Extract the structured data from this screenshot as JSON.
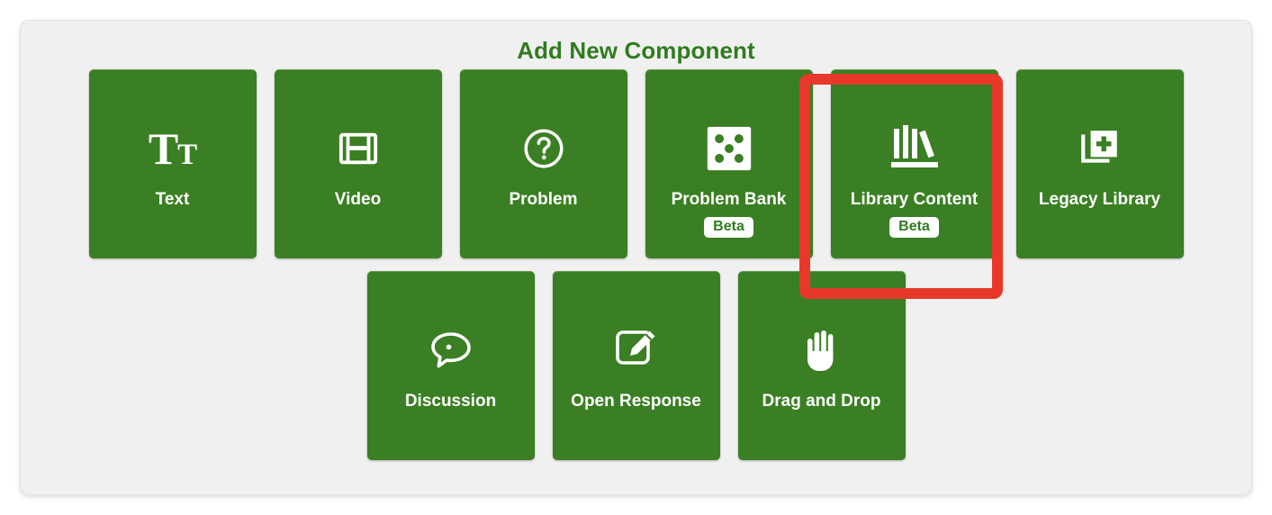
{
  "panel": {
    "title": "Add New Component",
    "background_color": "#F0F0F0",
    "title_color": "#2f7c1f"
  },
  "theme": {
    "tile_color": "#3a7f23",
    "tile_text_color": "#ffffff",
    "highlight_color": "#E8382A",
    "badge_background": "#ffffff",
    "badge_text_color": "#2f7c1f"
  },
  "rows": [
    {
      "tiles": [
        {
          "label": "Text",
          "icon": "text-tt-icon",
          "badge": null,
          "highlighted": false
        },
        {
          "label": "Video",
          "icon": "film-strip-icon",
          "badge": null,
          "highlighted": false
        },
        {
          "label": "Problem",
          "icon": "question-circle-icon",
          "badge": null,
          "highlighted": false
        },
        {
          "label": "Problem Bank",
          "icon": "dice-five-icon",
          "badge": "Beta",
          "highlighted": false
        },
        {
          "label": "Library Content",
          "icon": "bookshelf-icon",
          "badge": "Beta",
          "highlighted": true
        },
        {
          "label": "Legacy Library",
          "icon": "copy-plus-icon",
          "badge": null,
          "highlighted": false
        }
      ]
    },
    {
      "tiles": [
        {
          "label": "Discussion",
          "icon": "speech-bubble-icon",
          "badge": null,
          "highlighted": false
        },
        {
          "label": "Open Response",
          "icon": "pencil-square-icon",
          "badge": null,
          "highlighted": false
        },
        {
          "label": "Drag and Drop",
          "icon": "hand-icon",
          "badge": null,
          "highlighted": false
        }
      ]
    }
  ]
}
